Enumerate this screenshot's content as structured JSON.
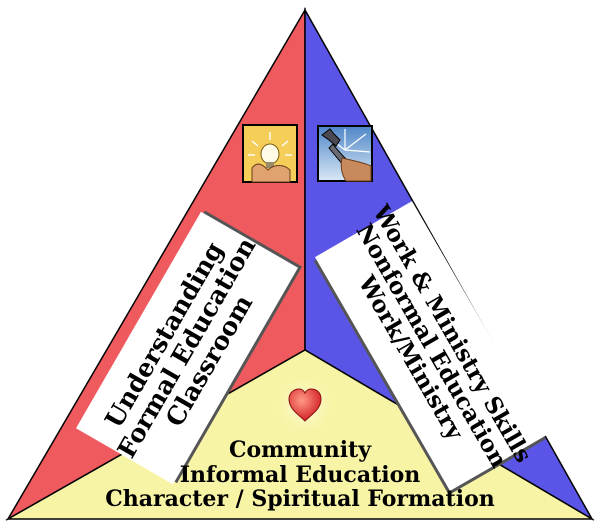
{
  "diagram": {
    "left_section": {
      "lines": [
        "Understanding",
        "Formal Education",
        "Classroom"
      ],
      "color": "#ef5a5e",
      "icon": "lightbulb-hand-icon"
    },
    "right_section": {
      "lines": [
        "Work & Ministry Skills",
        "Nonformal Education",
        "Work/Ministry"
      ],
      "color": "#5a55e6",
      "icon": "wrench-hand-icon"
    },
    "bottom_section": {
      "lines": [
        "Community",
        "Informal Education",
        "Character / Spiritual Formation"
      ],
      "color": "#f8f4a6",
      "icon": "heart-icon"
    }
  }
}
